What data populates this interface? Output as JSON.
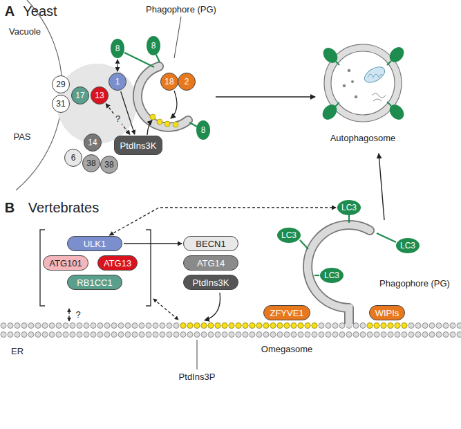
{
  "diagram": {
    "nodes": [
      {
        "text": [
          "8"
        ]
      },
      {
        "text": [
          "8"
        ]
      },
      {
        "text": [
          "29"
        ]
      },
      {
        "text": [
          "31"
        ]
      },
      {
        "text": [
          "17"
        ]
      },
      {
        "text": [
          "13"
        ]
      },
      {
        "text": [
          "1"
        ]
      },
      {
        "text": [
          "18"
        ]
      },
      {
        "text": [
          "2"
        ]
      },
      {
        "text": [
          "PtdIns3K"
        ]
      },
      {
        "text": [
          "14"
        ]
      },
      {
        "text": [
          "6"
        ]
      },
      {
        "text": [
          "38"
        ]
      },
      {
        "text": [
          "38"
        ]
      },
      {
        "text": [
          "8"
        ]
      },
      {
        "text": [
          "ULK1"
        ]
      },
      {
        "text": [
          "ATG101"
        ]
      },
      {
        "text": [
          "ATG13"
        ]
      },
      {
        "text": [
          "RB1CC1"
        ]
      },
      {
        "text": [
          "BECN1"
        ]
      },
      {
        "text": [
          "ATG14"
        ]
      },
      {
        "text": [
          "PtdIns3K"
        ]
      },
      {
        "text": [
          "LC3"
        ]
      },
      {
        "text": [
          "LC3"
        ]
      },
      {
        "text": [
          "LC3"
        ]
      },
      {
        "text": [
          "LC3"
        ]
      },
      {
        "text": [
          "ZFYVE1"
        ]
      },
      {
        "text": [
          "WIPIs"
        ]
      }
    ],
    "edges": [
      {
        "from": 0,
        "to": 6,
        "arrow": "both"
      },
      {
        "from": 6,
        "to": 9,
        "arrow": "to"
      },
      {
        "from": 5,
        "to": 9,
        "arrow": "both",
        "label": "?"
      },
      {
        "from": 15,
        "to": 19,
        "arrow": "to"
      },
      {
        "from": 15,
        "to": 22,
        "arrow": "both"
      }
    ],
    "labels": [
      "A",
      "Yeast",
      "Phagophore (PG)",
      "Vacuole",
      "PAS",
      "Autophagosome",
      "B",
      "Vertebrates",
      "Phagophore (PG)",
      "?",
      "Omegasome",
      "ER",
      "PtdIns3P"
    ]
  }
}
